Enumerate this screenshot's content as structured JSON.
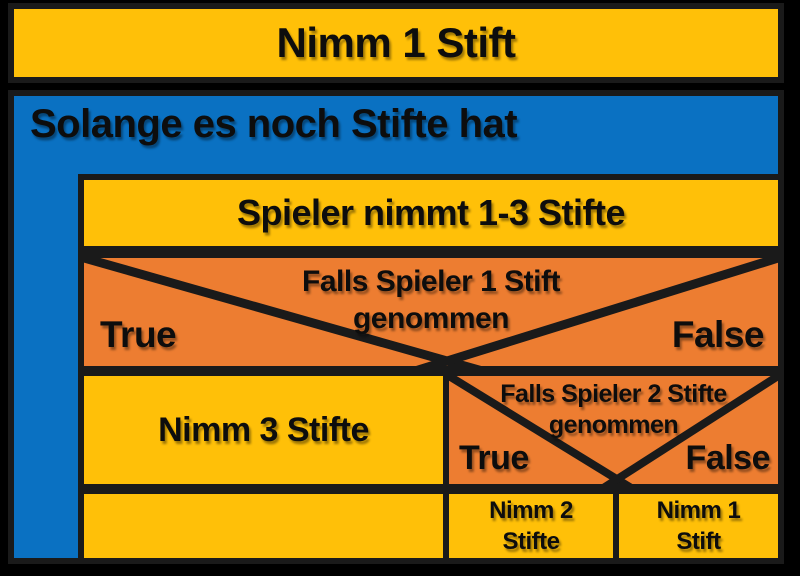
{
  "colors": {
    "yellow": "#ffc008",
    "blue": "#0a71c2",
    "orange": "#ed7d31",
    "background": "#000000",
    "frame": "#1a1a1a",
    "text": "#0d0d0d"
  },
  "diagram": {
    "start_label": "Nimm 1 Stift",
    "loop_label": "Solange es noch Stifte hat",
    "player_step_label": "Spieler nimmt 1-3 Stifte",
    "decision1": {
      "line1": "Falls Spieler 1 Stift",
      "line2": "genommen",
      "true_label": "True",
      "false_label": "False"
    },
    "take3_label": "Nimm 3 Stifte",
    "decision2": {
      "line1": "Falls Spieler 2 Stifte",
      "line2": "genommen",
      "true_label": "True",
      "false_label": "False"
    },
    "take2": {
      "line1": "Nimm 2",
      "line2": "Stifte"
    },
    "take1": {
      "line1": "Nimm 1",
      "line2": "Stift"
    },
    "empty_block_label": ""
  }
}
